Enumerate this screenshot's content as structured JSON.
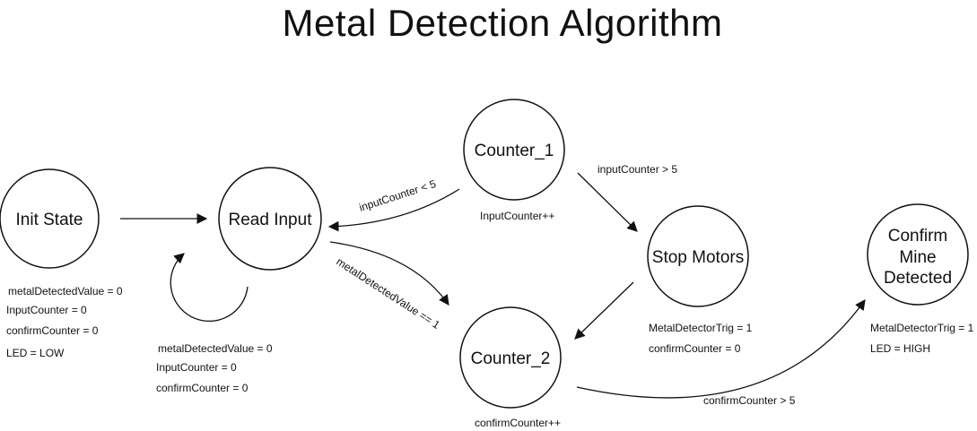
{
  "title": "Metal Detection Algorithm",
  "nodes": {
    "init": {
      "label": "Init State",
      "notes": [
        "metalDetectedValue = 0",
        "InputCounter = 0",
        "confirmCounter = 0",
        "LED = LOW"
      ]
    },
    "read": {
      "label": "Read Input",
      "notes": [
        "metalDetectedValue = 0",
        "InputCounter = 0",
        "confirmCounter = 0"
      ]
    },
    "counter1": {
      "label": "Counter_1",
      "notes": [
        "InputCounter++"
      ]
    },
    "counter2": {
      "label": "Counter_2",
      "notes": [
        "confirmCounter++"
      ]
    },
    "stop": {
      "label": "Stop Motors",
      "notes": [
        "MetalDetectorTrig = 1",
        "confirmCounter = 0"
      ]
    },
    "confirm": {
      "label_lines": [
        "Confirm",
        "Mine",
        "Detected"
      ],
      "notes": [
        "MetalDetectorTrig = 1",
        "LED = HIGH"
      ]
    }
  },
  "edges": {
    "c1_to_read": "inputCounter < 5",
    "read_to_c2": "metalDetectedValue == 1",
    "c1_to_stop": "inputCounter > 5",
    "c2_to_confirm": "confirmCounter > 5"
  }
}
